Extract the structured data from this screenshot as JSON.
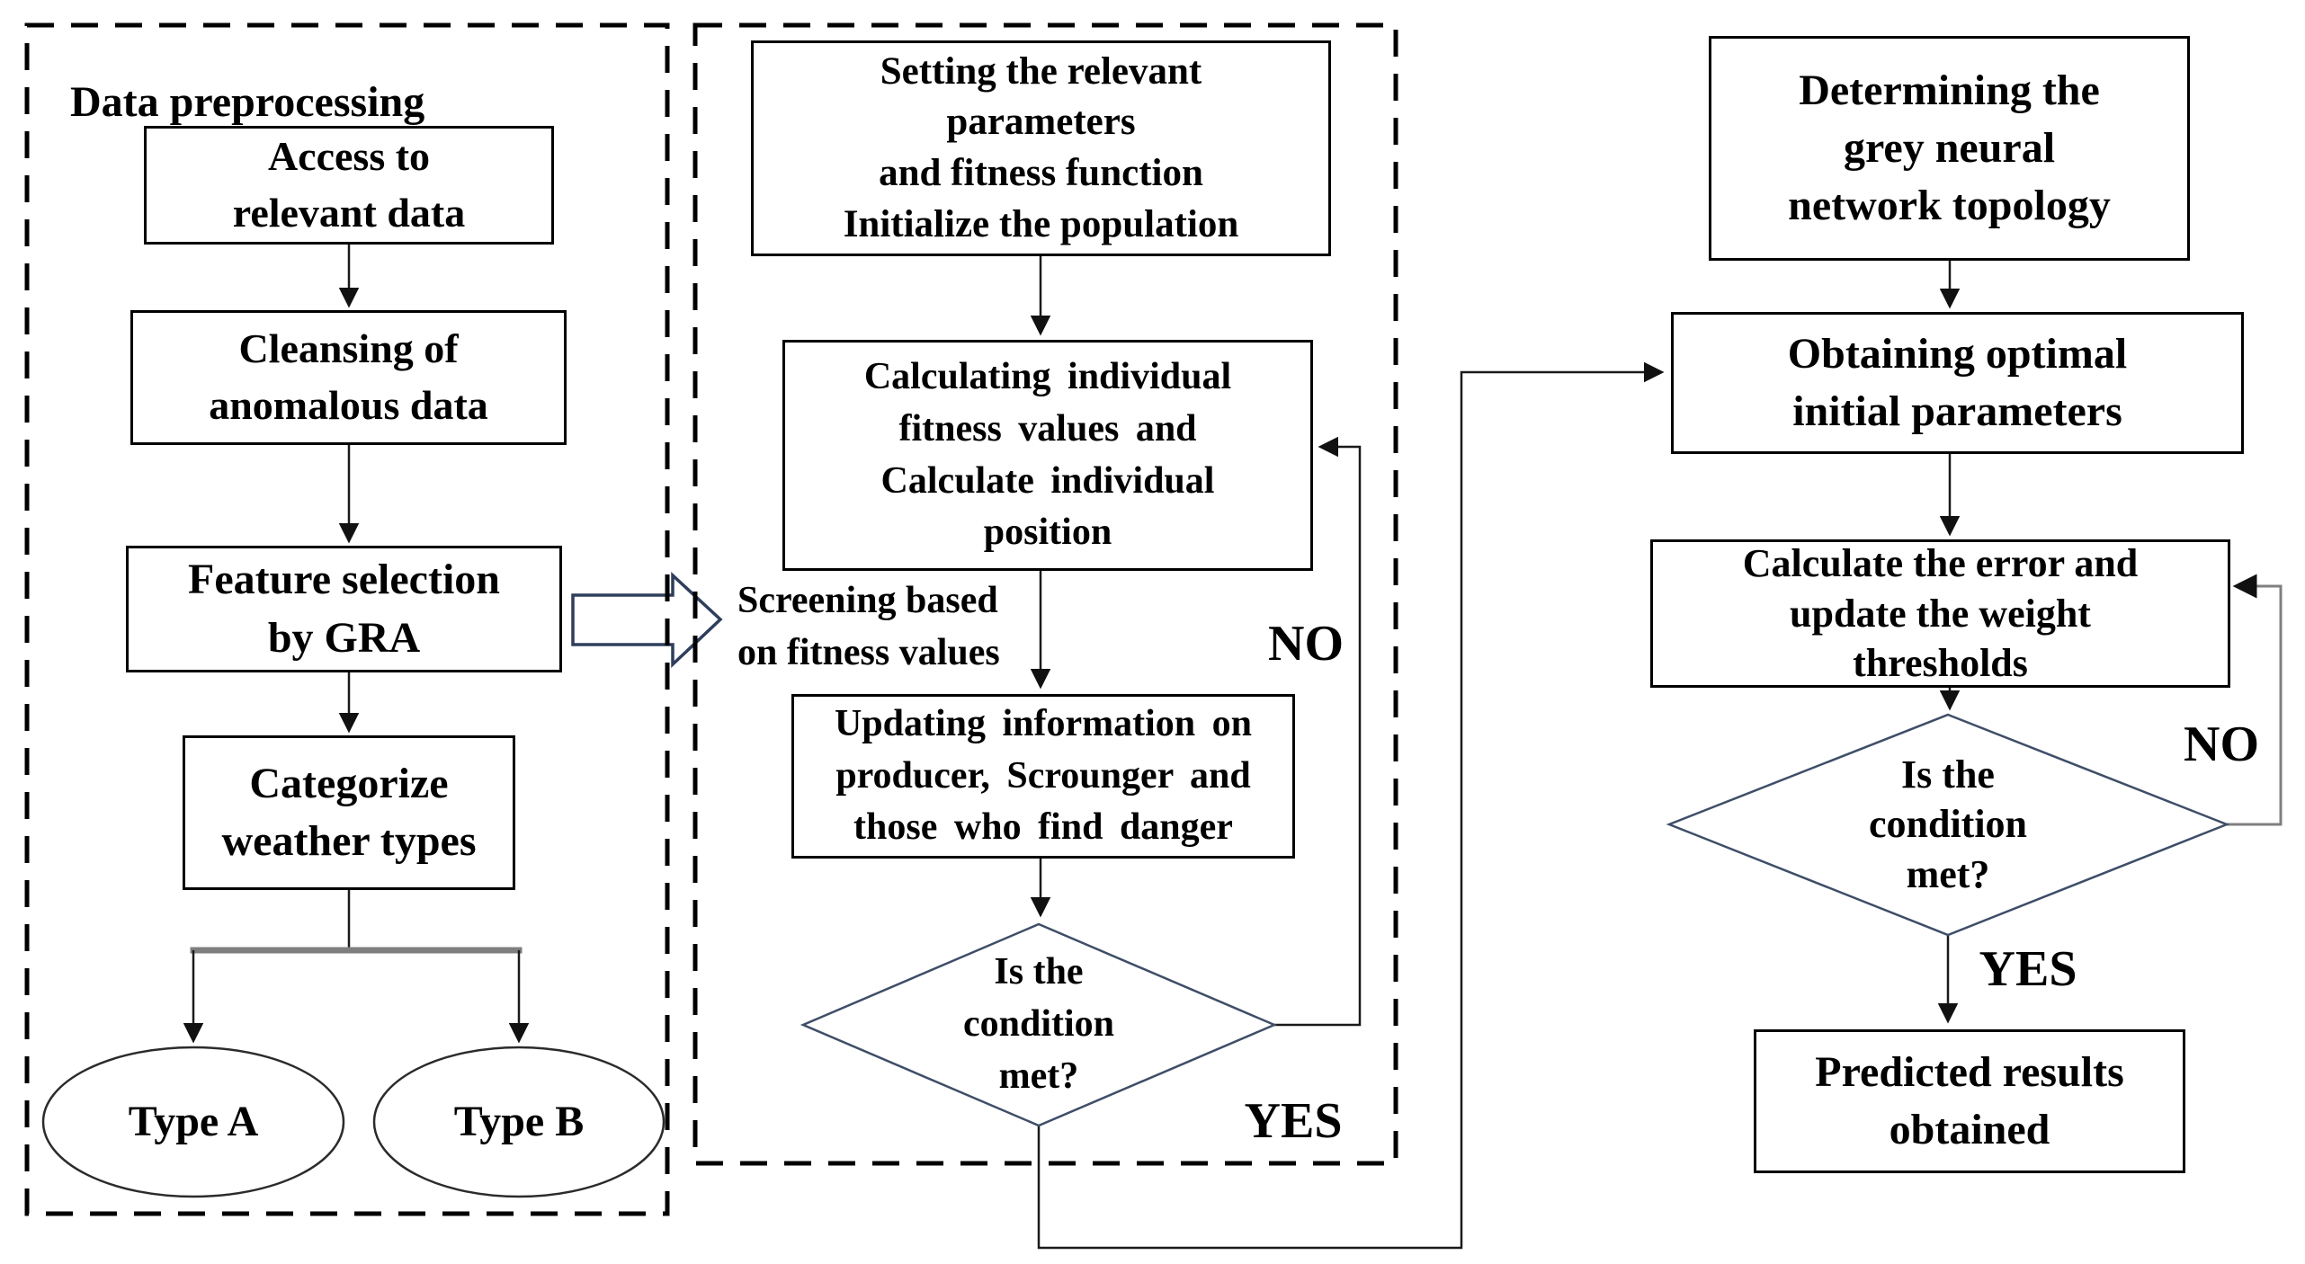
{
  "colors": {
    "box_border": "#000000",
    "shape_outline": "#3e4e68",
    "block_arrow_outline": "#2f3e5c",
    "connector": "#1a1a1a",
    "grey_connector": "#7f7f7f",
    "branch_bar": "#7f7f7f",
    "background": "#ffffff",
    "text": "#000000"
  },
  "left_panel": {
    "title": "Data preprocessing",
    "access": [
      "Access to",
      "relevant data"
    ],
    "cleansing": [
      "Cleansing of",
      "anomalous data"
    ],
    "feature": [
      "Feature selection",
      "by GRA"
    ],
    "categorize": [
      "Categorize",
      "weather types"
    ],
    "type_a": "Type A",
    "type_b": "Type B"
  },
  "middle_panel": {
    "setting": [
      "Setting the relevant",
      "parameters",
      "and fitness function",
      "Initialize the population"
    ],
    "calculating": [
      "Calculating individual",
      "fitness values and",
      "Calculate individual",
      "position"
    ],
    "screening": [
      "Screening based",
      "on fitness values"
    ],
    "updating": [
      "Updating information on",
      "producer, Scrounger and",
      "those who find danger"
    ],
    "decision": [
      "Is the",
      "condition",
      "met?"
    ],
    "no_label": "NO",
    "yes_label": "YES"
  },
  "right_panel": {
    "topology": [
      "Determining the",
      "grey neural",
      "network topology"
    ],
    "obtaining": [
      "Obtaining optimal",
      "initial parameters"
    ],
    "calc_error": [
      "Calculate the error and",
      "update the weight",
      "thresholds"
    ],
    "decision": [
      "Is the",
      "condition",
      "met?"
    ],
    "no_label": "NO",
    "yes_label": "YES",
    "predicted": [
      "Predicted results",
      "obtained"
    ]
  }
}
